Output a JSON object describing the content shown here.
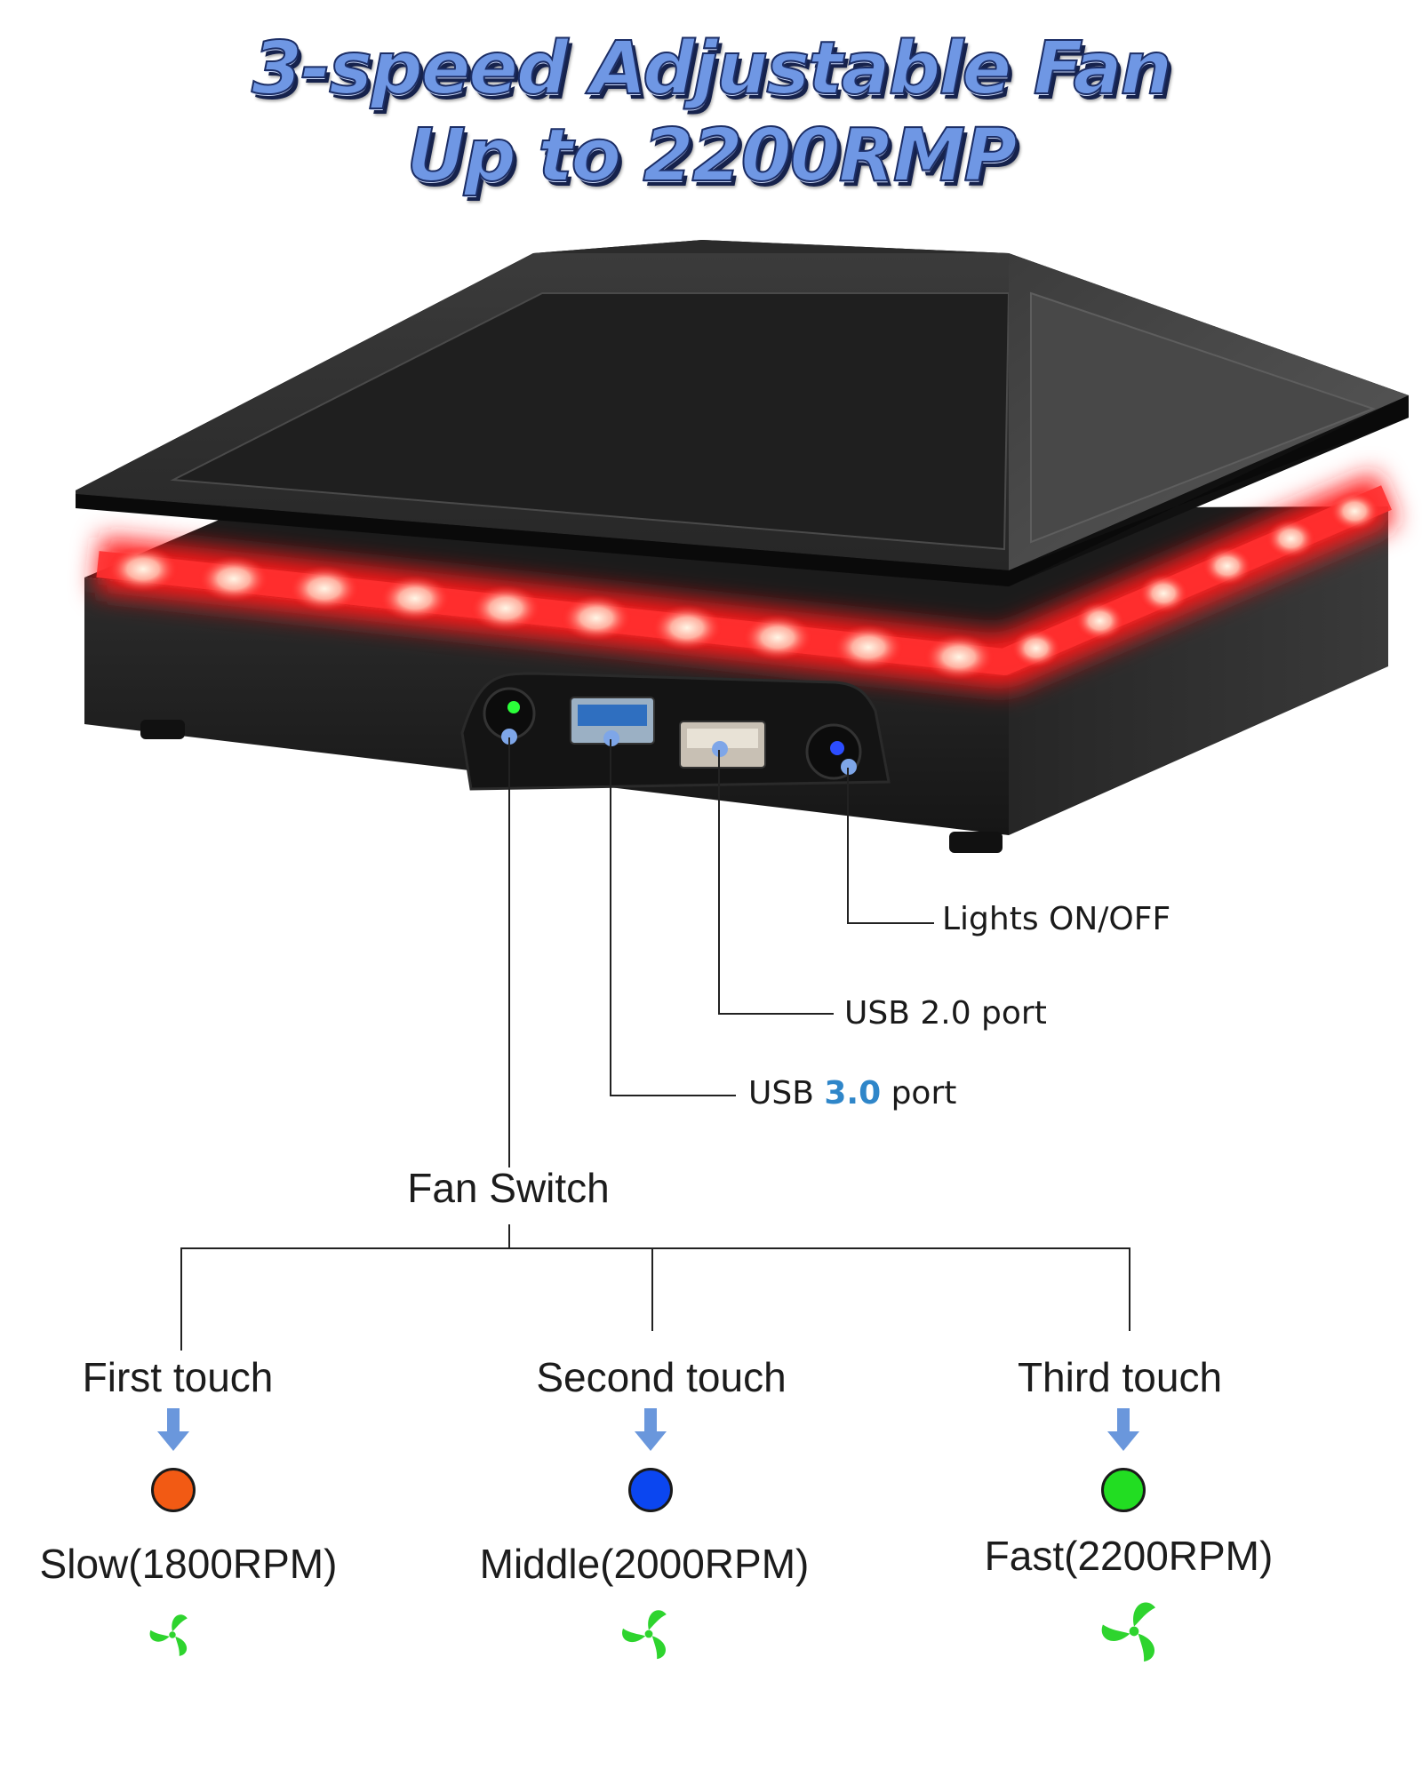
{
  "headline": {
    "line1": "3-speed Adjustable Fan",
    "line2": "Up to 2200RMP"
  },
  "callouts": {
    "lights": "Lights ON/OFF",
    "usb2": "USB 2.0 port",
    "usb3_prefix": "USB ",
    "usb3_version": "3.0",
    "usb3_suffix": " port"
  },
  "fan_switch": {
    "label": "Fan Switch",
    "modes": [
      {
        "touch": "First touch",
        "speed": "Slow(1800RPM)",
        "color": "#f25a14",
        "fan_icon": "fan-icon-small"
      },
      {
        "touch": "Second touch",
        "speed": "Middle(2000RPM)",
        "color": "#0b46f0",
        "fan_icon": "fan-icon-medium"
      },
      {
        "touch": "Third touch",
        "speed": "Fast(2200RPM)",
        "color": "#22dd22",
        "fan_icon": "fan-icon-large"
      }
    ]
  },
  "colors": {
    "headline_fill": "#6f97e4",
    "led_red": "#ff1a1a",
    "usb3_blue": "#2f86c9",
    "fan_green": "#2ed42e",
    "arrow_blue": "#6a97dc"
  }
}
